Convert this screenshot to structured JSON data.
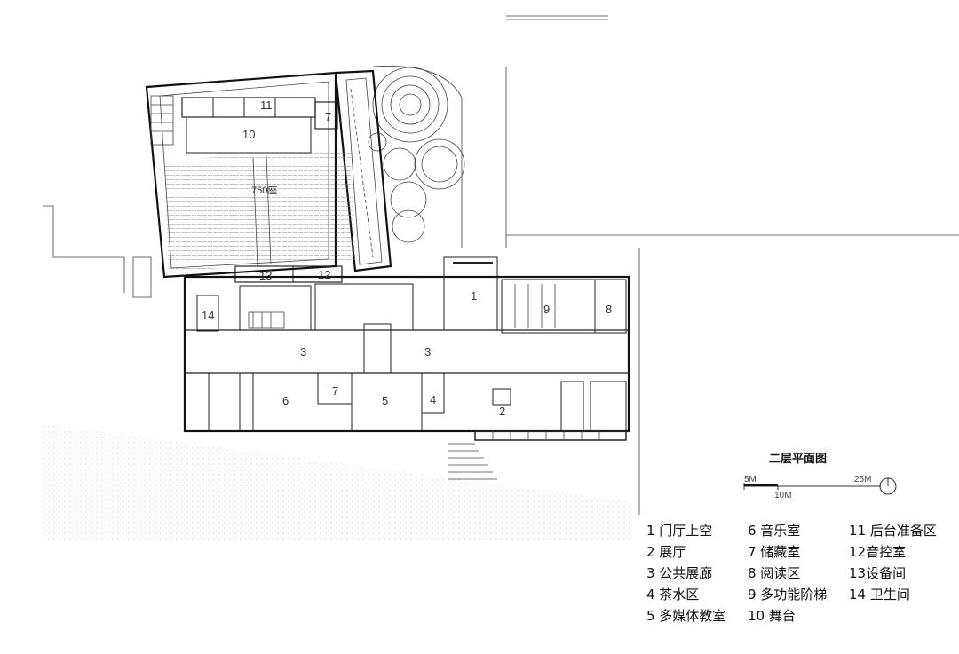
{
  "drawing_title": "二层平面图",
  "seat_label": "750座",
  "room_numbers": {
    "r1": "1",
    "r2": "2",
    "r3a": "3",
    "r3b": "3",
    "r4": "4",
    "r5": "5",
    "r6": "6",
    "r7a": "7",
    "r7b": "7",
    "r8": "8",
    "r9": "9",
    "r10": "10",
    "r11": "11",
    "r12": "12",
    "r13": "13",
    "r14": "14"
  },
  "scale_bar": {
    "m5": "5M",
    "m10": "10M",
    "m25": "25M"
  },
  "legend": {
    "col1": [
      "1 门厅上空",
      "2 展厅",
      "3 公共展廊",
      "4 茶水区",
      "5 多媒体教室"
    ],
    "col2": [
      "6 音乐室",
      "7 储藏室",
      "8 阅读区",
      "9 多功能阶梯",
      "10 舞台"
    ],
    "col3": [
      "11 后台准备区",
      "12音控室",
      "13设备间",
      "14 卫生间"
    ]
  }
}
